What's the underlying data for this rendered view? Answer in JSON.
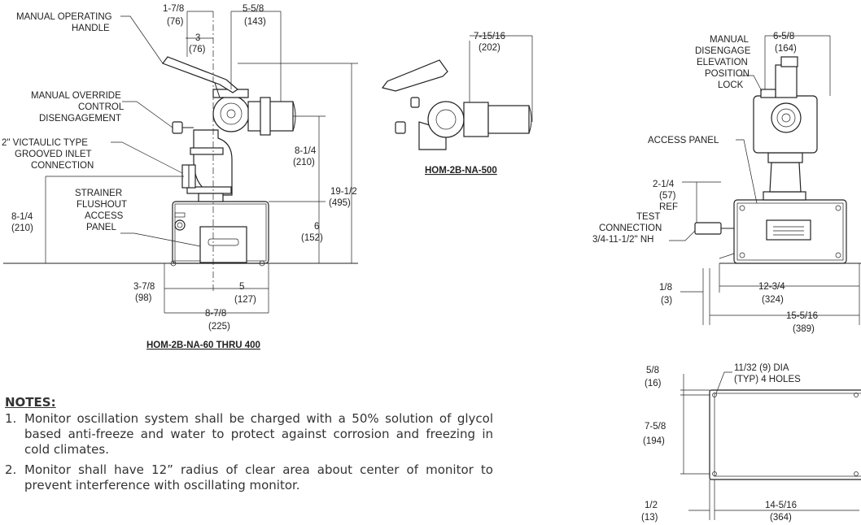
{
  "view_main": {
    "title": "HOM-2B-NA-60 THRU 400",
    "labels": {
      "handle": [
        "MANUAL OPERATING",
        "HANDLE"
      ],
      "override": [
        "MANUAL OVERRIDE",
        "CONTROL",
        "DISENGAGEMENT"
      ],
      "inlet": [
        "2\" VICTAULIC TYPE",
        "GROOVED INLET",
        "CONNECTION"
      ],
      "strainer": [
        "STRAINER",
        "FLUSHOUT",
        "ACCESS",
        "PANEL"
      ]
    },
    "dims": {
      "d_1_7_8": [
        "1-7/8",
        "(76)"
      ],
      "d_3": [
        "3",
        "(76)"
      ],
      "d_5_5_8": [
        "5-5/8",
        "(143)"
      ],
      "d_8_1_4_r": [
        "8-1/4",
        "(210)"
      ],
      "d_19_1_2": [
        "19-1/2",
        "(495)"
      ],
      "d_6": [
        "6",
        "(152)"
      ],
      "d_8_1_4_l": [
        "8-1/4",
        "(210)"
      ],
      "d_3_7_8": [
        "3-7/8",
        "(98)"
      ],
      "d_5": [
        "5",
        "(127)"
      ],
      "d_8_7_8": [
        "8-7/8",
        "(225)"
      ]
    }
  },
  "view_500": {
    "title": "HOM-2B-NA-500",
    "dims": {
      "d_7_15_16": [
        "7-15/16",
        "(202)"
      ]
    }
  },
  "view_side": {
    "labels": {
      "disengage": [
        "MANUAL",
        "DISENGAGE",
        "ELEVATION",
        "POSITION",
        "LOCK"
      ],
      "access": "ACCESS PANEL",
      "test": [
        "TEST",
        "CONNECTION",
        "3/4-11-1/2\" NH"
      ]
    },
    "dims": {
      "d_6_5_8": [
        "6-5/8",
        "(164)"
      ],
      "d_2_1_4": [
        "2-1/4",
        "(57)",
        "REF"
      ],
      "d_1_8": [
        "1/8",
        "(3)"
      ],
      "d_12_3_4": [
        "12-3/4",
        "(324)"
      ],
      "d_15_5_16": [
        "15-5/16",
        "(389)"
      ]
    }
  },
  "view_base": {
    "labels": {
      "holes": [
        "11/32 (9) DIA",
        "(TYP) 4 HOLES"
      ]
    },
    "dims": {
      "d_5_8": [
        "5/8",
        "(16)"
      ],
      "d_7_5_8": [
        "7-5/8",
        "(194)"
      ],
      "d_1_2": [
        "1/2",
        "(13)"
      ],
      "d_14_5_16": [
        "14-5/16",
        "(364)"
      ]
    }
  },
  "notes": {
    "header": "NOTES:",
    "items": [
      {
        "num": "1.",
        "text": "Monitor oscillation system shall be charged with a 50% solution of glycol based anti-freeze and water to protect against corrosion and freezing in cold climates."
      },
      {
        "num": "2.",
        "text": "Monitor shall have 12” radius of clear area about center of monitor to prevent interference with oscillating monitor."
      }
    ]
  }
}
